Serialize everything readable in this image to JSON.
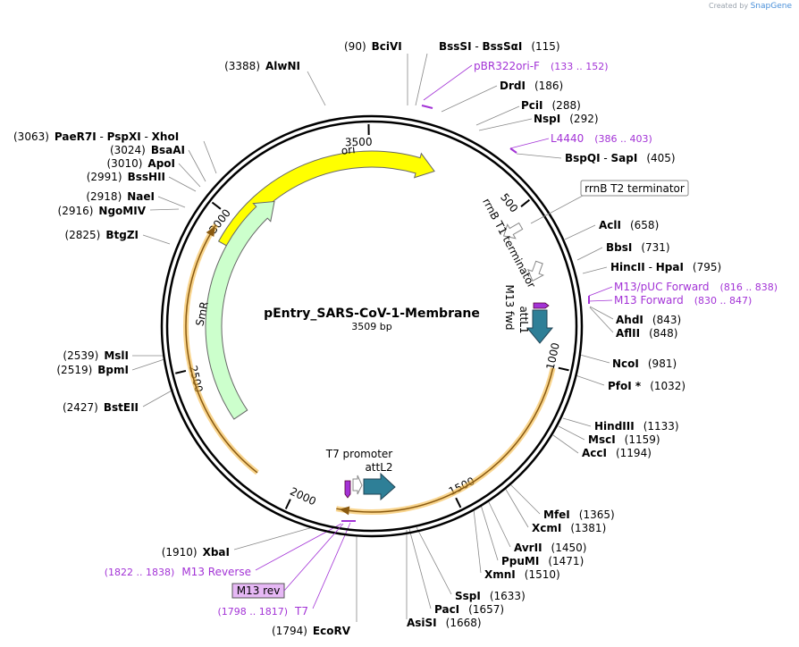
{
  "credit": {
    "prefix": "Created by",
    "brand": "SnapGene"
  },
  "plasmid": {
    "name": "pEntry_SARS-CoV-1-Membrane",
    "size_label": "3509 bp"
  },
  "ticks": [
    "500",
    "1000",
    "1500",
    "2000",
    "2500",
    "3000",
    "3500"
  ],
  "enzymes": [
    {
      "name": "BciVI",
      "pos": "(90)"
    },
    {
      "name": "BssSI",
      "pos": ""
    },
    {
      "name": "BssSαI",
      "pos": "(115)"
    },
    {
      "name": "DrdI",
      "pos": "(186)"
    },
    {
      "name": "PciI",
      "pos": "(288)"
    },
    {
      "name": "NspI",
      "pos": "(292)"
    },
    {
      "name": "BspQI",
      "pos": ""
    },
    {
      "name": "SapI",
      "pos": "(405)"
    },
    {
      "name": "AclI",
      "pos": "(658)"
    },
    {
      "name": "BbsI",
      "pos": "(731)"
    },
    {
      "name": "HincII",
      "pos": ""
    },
    {
      "name": "HpaI",
      "pos": "(795)"
    },
    {
      "name": "AhdI",
      "pos": "(843)"
    },
    {
      "name": "AflII",
      "pos": "(848)"
    },
    {
      "name": "NcoI",
      "pos": "(981)"
    },
    {
      "name": "PfoI *",
      "pos": "(1032)"
    },
    {
      "name": "HindIII",
      "pos": "(1133)"
    },
    {
      "name": "MscI",
      "pos": "(1159)"
    },
    {
      "name": "AccI",
      "pos": "(1194)"
    },
    {
      "name": "MfeI",
      "pos": "(1365)"
    },
    {
      "name": "XcmI",
      "pos": "(1381)"
    },
    {
      "name": "AvrII",
      "pos": "(1450)"
    },
    {
      "name": "PpuMI",
      "pos": "(1471)"
    },
    {
      "name": "XmnI",
      "pos": "(1510)"
    },
    {
      "name": "SspI",
      "pos": "(1633)"
    },
    {
      "name": "PacI",
      "pos": "(1657)"
    },
    {
      "name": "AsiSI",
      "pos": "(1668)"
    },
    {
      "name": "EcoRV",
      "pos": "(1794)"
    },
    {
      "name": "XbaI",
      "pos": "(1910)"
    },
    {
      "name": "BstEII",
      "pos": "(2427)"
    },
    {
      "name": "BpmI",
      "pos": "(2519)"
    },
    {
      "name": "MslI",
      "pos": "(2539)"
    },
    {
      "name": "BtgZI",
      "pos": "(2825)"
    },
    {
      "name": "NgoMIV",
      "pos": "(2916)"
    },
    {
      "name": "NaeI",
      "pos": "(2918)"
    },
    {
      "name": "BssHII",
      "pos": "(2991)"
    },
    {
      "name": "ApoI",
      "pos": "(3010)"
    },
    {
      "name": "BsaAI",
      "pos": "(3024)"
    },
    {
      "name": "PaeR7I",
      "pos": "(3063)"
    },
    {
      "name": "PspXI",
      "pos": ""
    },
    {
      "name": "XhoI",
      "pos": ""
    },
    {
      "name": "AlwNI",
      "pos": "(3388)"
    }
  ],
  "primers": [
    {
      "name": "pBR322ori-F",
      "range": "(133 .. 152)"
    },
    {
      "name": "L4440",
      "range": "(386 .. 403)"
    },
    {
      "name": "M13/pUC Forward",
      "range": "(816 .. 838)"
    },
    {
      "name": "M13 Forward",
      "range": "(830 .. 847)"
    },
    {
      "name": "M13 Reverse",
      "range": "(1822 .. 1838)"
    },
    {
      "name": "T7",
      "range": "(1798 .. 1817)"
    }
  ],
  "features": {
    "ori": "ori",
    "smr": "SmR",
    "rrnb_t1": "rrnB T1 terminator",
    "rrnb_t2": "rrnB T2 terminator",
    "m13_fwd": "M13 fwd",
    "attl1": "attL1",
    "t7_promoter": "T7 promoter",
    "attl2": "attL2",
    "m13_rev": "M13 rev"
  },
  "colors": {
    "backbone": "#000000",
    "ori": "#ffff00",
    "smr": "#ccffcc",
    "att": "#2e7f97",
    "primer": "#a333d6",
    "insert_arc": "#f5b942",
    "terminator": "#ffffff"
  }
}
